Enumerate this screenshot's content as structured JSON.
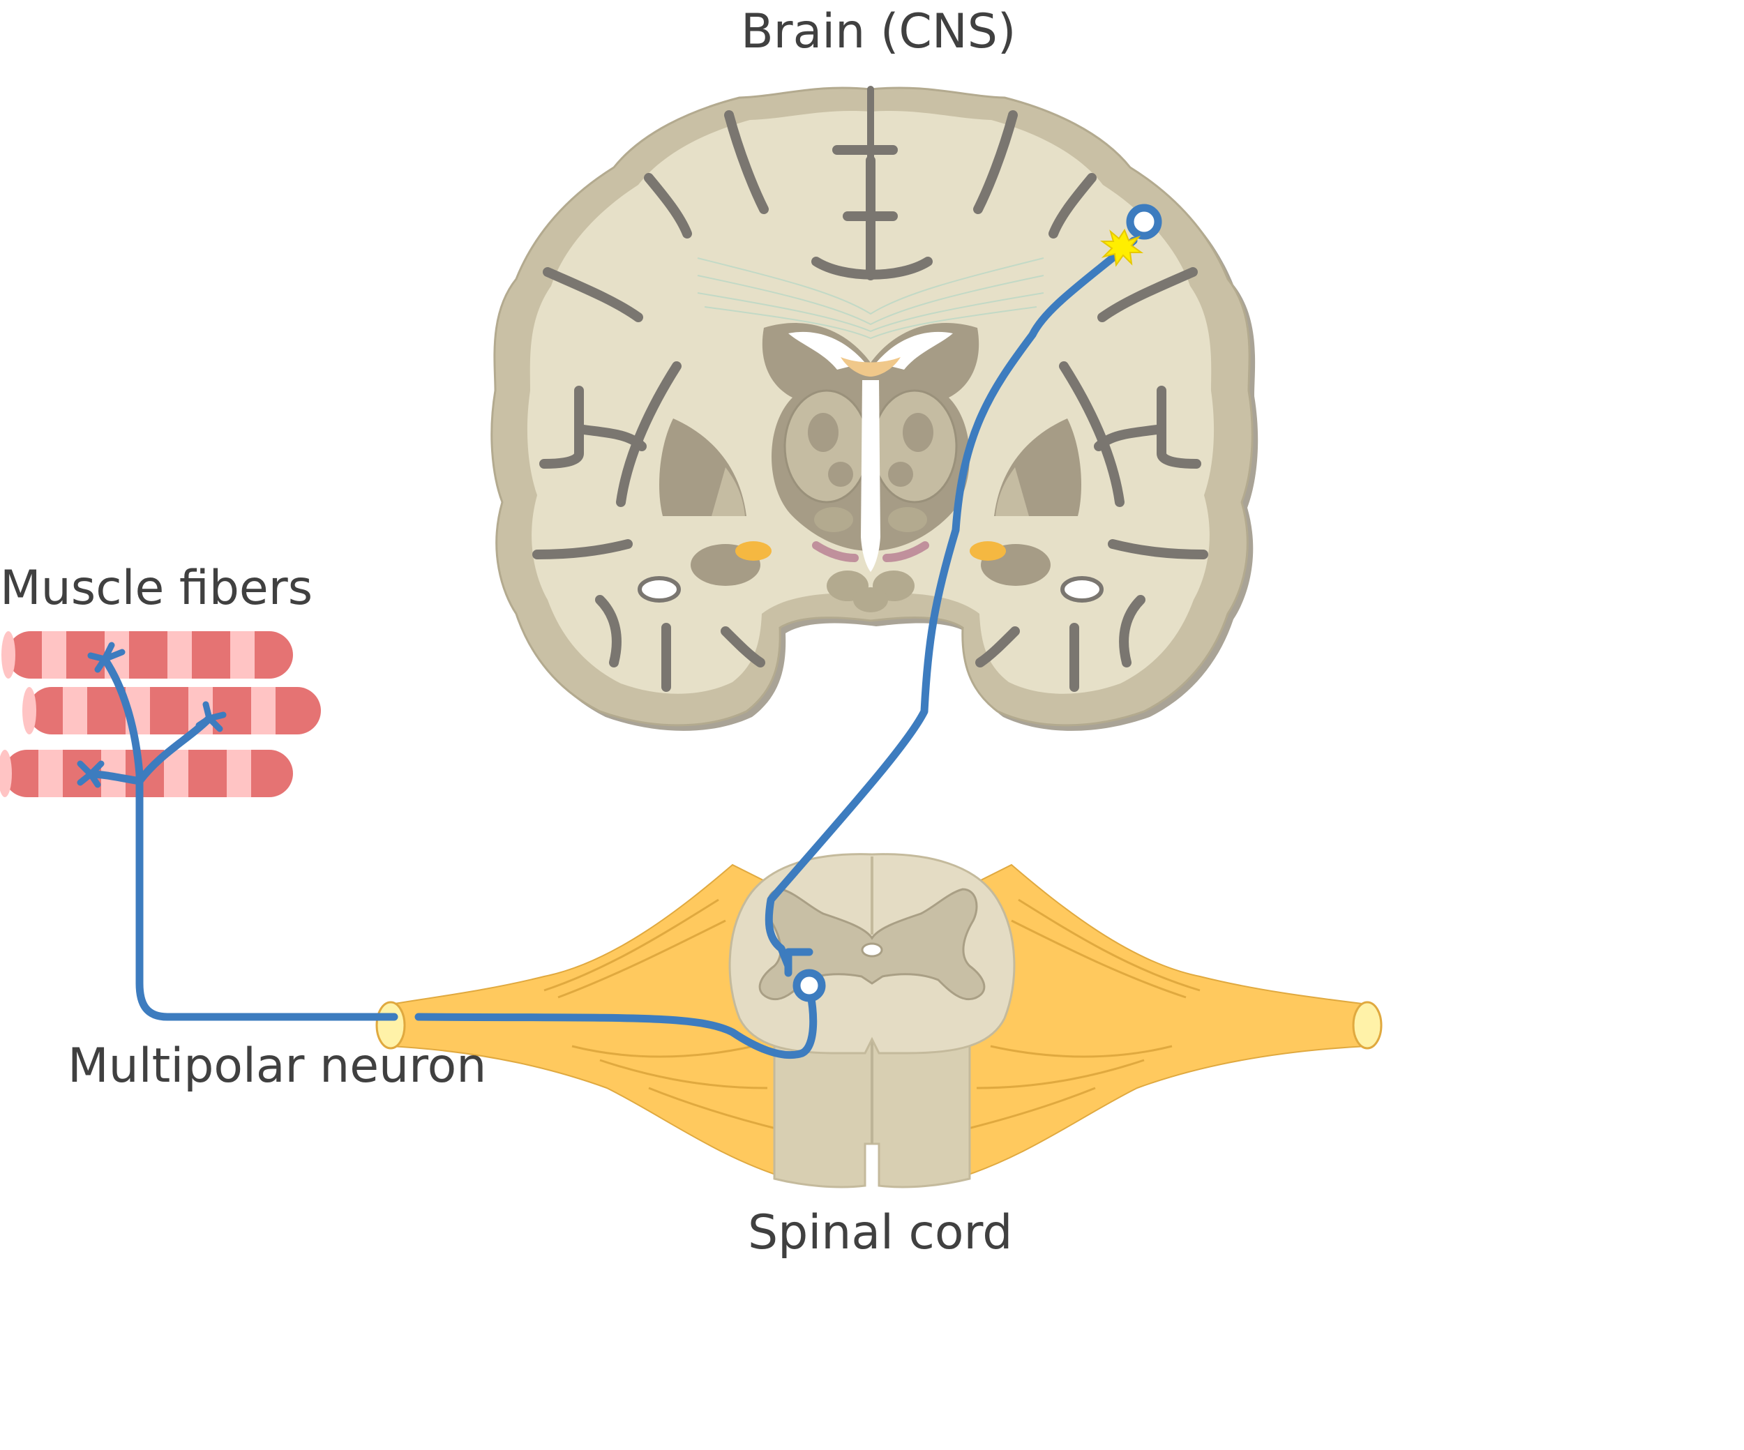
{
  "labels": {
    "brain": "Brain (CNS)",
    "muscle_fibers": "Muscle fibers",
    "neuron": "Multipolar neuron",
    "spinal_cord": "Spinal cord"
  },
  "colors": {
    "neuron": "#3d7cbf",
    "brain_outer": "#c9c0a5",
    "brain_inner": "#e6e0c8",
    "sulci": "#7a7670",
    "nerve": "#ffc95e",
    "spinal_white": "#e4dcc4",
    "spinal_gray": "#c8bfa5",
    "muscle_dark": "#e57373",
    "muscle_light": "#ffc4c4",
    "spark": "#ffee00"
  }
}
